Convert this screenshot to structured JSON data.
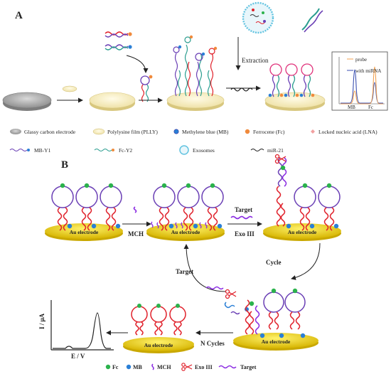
{
  "panel_a": {
    "label": "A",
    "extraction": "Extraction",
    "chart": {
      "probe": "probe",
      "with_mirna": "with miRNA",
      "mb": "MB",
      "fc": "Fc"
    },
    "legend": {
      "glassy": "Glassy carbon electrode",
      "plly": "Polylysine film (PLLY)",
      "mb": "Methylene blue (MB)",
      "fc": "Ferrocene (Fc)",
      "lna": "Locked nucleic acid (LNA)",
      "mby1": "MB-Y1",
      "fcy2": "Fc-Y2",
      "exosomes": "Exosomes",
      "mir21": "miR-21"
    }
  },
  "panel_b": {
    "label": "B",
    "mch": "MCH",
    "target": "Target",
    "exo": "Exo III",
    "cycle": "Cycle",
    "target2": "Target",
    "ncycles": "N Cycles",
    "au": "Au electrode",
    "axis_y": "I / μA",
    "axis_x": "E / V",
    "legend": {
      "fc": "Fc",
      "mb": "MB",
      "mch": "MCH",
      "exo": "Exo III",
      "target": "Target"
    }
  },
  "colors": {
    "fc": "#2bb24c",
    "mb": "#2a7fd6",
    "au": "#f2d21a",
    "red": "#e0202a",
    "purple": "#8a2be2",
    "loop": "#6a3fb5"
  }
}
